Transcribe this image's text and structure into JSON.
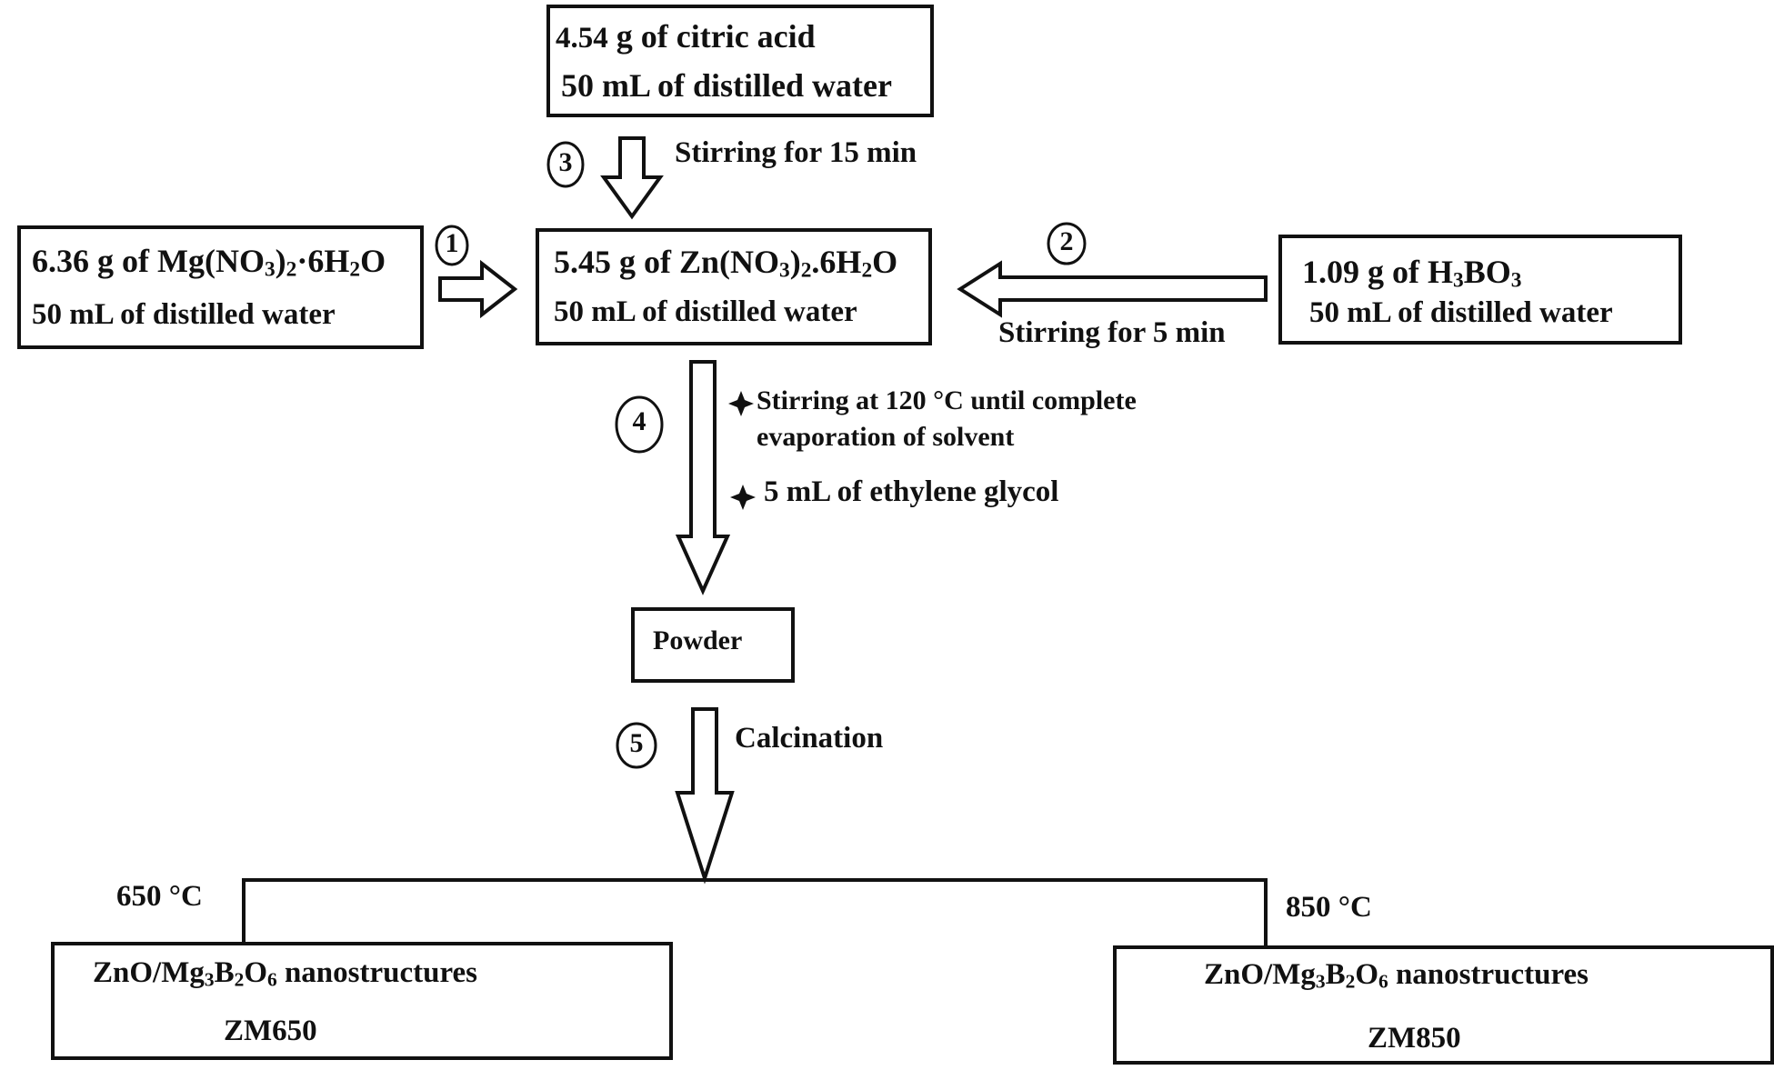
{
  "boxes": {
    "citric": {
      "line1_num": "4.54",
      "line1_rest": " g of citric acid",
      "line2": "50  mL of distilled water"
    },
    "mg": {
      "line1_pre": "6.36 g of Mg(NO",
      "line1_sub1": "3",
      "line1_mid": ")",
      "line1_sub2": "2",
      "line1_post": "·6H",
      "line1_sub3": "2",
      "line1_end": "O",
      "line2": "50 mL of distilled water"
    },
    "zn": {
      "line1_pre": "5.45 g of Zn(NO",
      "line1_sub1": "3",
      "line1_mid": ")",
      "line1_sub2": "2",
      "line1_post": ".6H",
      "line1_sub3": "2",
      "line1_end": "O",
      "line2": "50 mL of distilled water"
    },
    "boric": {
      "line1_pre": "1.09  g of H",
      "line1_sub1": "3",
      "line1_mid": "BO",
      "line1_sub2": "3",
      "line2": "50  mL of distilled water"
    },
    "powder": {
      "label": "Powder"
    },
    "zm650": {
      "line1_pre": "ZnO/Mg",
      "line1_sub1": "3",
      "line1_mid": "B",
      "line1_sub2": "2",
      "line1_post": "O",
      "line1_sub3": "6",
      "line1_end": " nanostructures",
      "line2": "ZM650"
    },
    "zm850": {
      "line1_pre": "ZnO/Mg",
      "line1_sub1": "3",
      "line1_mid": "B",
      "line1_sub2": "2",
      "line1_post": "O",
      "line1_sub3": "6",
      "line1_end": " nanostructures",
      "line2": "ZM850"
    }
  },
  "steps": {
    "s1": "1",
    "s2": "2",
    "s3": "3",
    "s4": "4",
    "s5": "5"
  },
  "labels": {
    "stir15": "Stirring for 15 min",
    "stir5": "Stirring for 5 min",
    "stir120_l1": "Stirring at 120 °C until complete",
    "stir120_l2": "evaporation of solvent",
    "glycol": "5 mL of ethylene glycol",
    "calcination": "Calcination",
    "temp650": "650 °C",
    "temp850": "850  °C"
  },
  "colors": {
    "ink": "#111111",
    "background": "#ffffff"
  }
}
